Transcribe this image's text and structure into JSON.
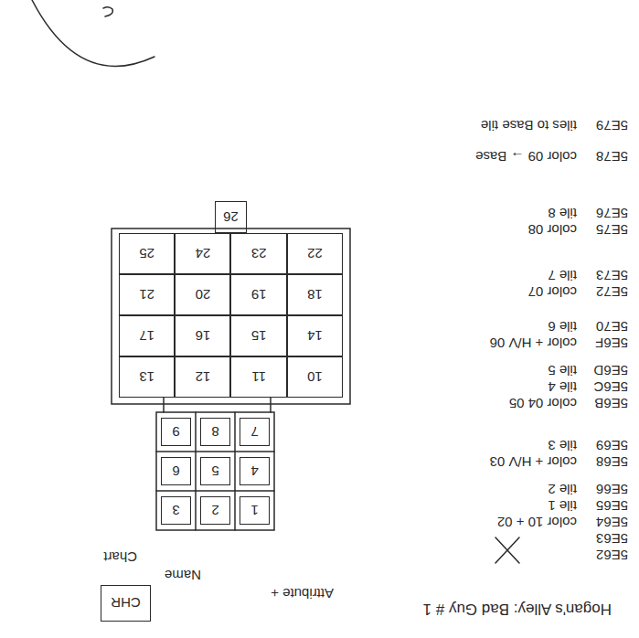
{
  "diagram": {
    "title": "Hogan's Alley: Bad Guy # 1",
    "nodes": [
      {
        "text": [
          "CHR"
        ]
      },
      {
        "text": [
          "1"
        ]
      },
      {
        "text": [
          "2"
        ]
      },
      {
        "text": [
          "3"
        ]
      },
      {
        "text": [
          "4"
        ]
      },
      {
        "text": [
          "5"
        ]
      },
      {
        "text": [
          "6"
        ]
      },
      {
        "text": [
          "7"
        ]
      },
      {
        "text": [
          "8"
        ]
      },
      {
        "text": [
          "9"
        ]
      },
      {
        "text": [
          "10"
        ]
      },
      {
        "text": [
          "11"
        ]
      },
      {
        "text": [
          "12"
        ]
      },
      {
        "text": [
          "13"
        ]
      },
      {
        "text": [
          "14"
        ]
      },
      {
        "text": [
          "15"
        ]
      },
      {
        "text": [
          "16"
        ]
      },
      {
        "text": [
          "17"
        ]
      },
      {
        "text": [
          "18"
        ]
      },
      {
        "text": [
          "19"
        ]
      },
      {
        "text": [
          "20"
        ]
      },
      {
        "text": [
          "21"
        ]
      },
      {
        "text": [
          "22"
        ]
      },
      {
        "text": [
          "23"
        ]
      },
      {
        "text": [
          "24"
        ]
      },
      {
        "text": [
          "25"
        ]
      },
      {
        "text": [
          "26"
        ]
      }
    ],
    "labels": [
      "Attribute +",
      "Name",
      "Chart",
      "5E62",
      "",
      "5E63",
      "",
      "5E64",
      "color 10 + 02",
      "5E65",
      "tile 1",
      "5E66",
      "tile 2",
      "5E68",
      "color + H/V 03",
      "5E69",
      "tile 3",
      "5E6B",
      "color 04 05",
      "5E6C",
      "tile 4",
      "5E6D",
      "tile 5",
      "5E6F",
      "color + H/V 06",
      "5E70",
      "tile 6",
      "5E72",
      "color 07",
      "5E73",
      "tile 7",
      "5E75",
      "color 08",
      "5E76",
      "tile 8",
      "5E78",
      "color 09 → Base",
      "5E79",
      "tiles to Base tile"
    ]
  }
}
